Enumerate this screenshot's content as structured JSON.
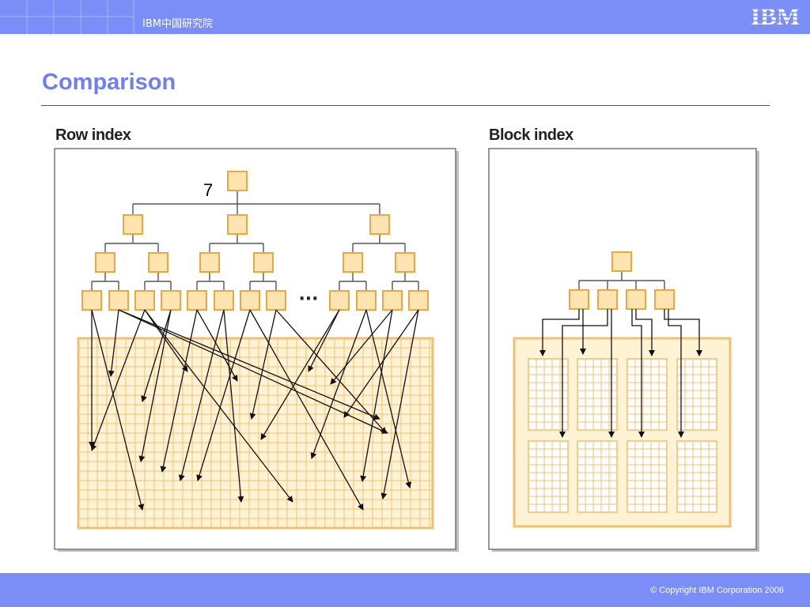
{
  "header": {
    "org": "IBM中国研究院",
    "logo_text": "IBM"
  },
  "slide": {
    "title": "Comparison"
  },
  "panels": {
    "row": {
      "label": "Row index",
      "node_number": "7",
      "ellipsis": "···"
    },
    "block": {
      "label": "Block index"
    }
  },
  "colors": {
    "bar": "#7b8ef8",
    "title": "#6f7ff2",
    "node_fill": "#fde4b0",
    "node_stroke": "#e8aa40",
    "grid": "#f0c070",
    "cell_fill": "#fff3d6"
  },
  "footer": {
    "copyright": "© Copyright IBM Corporation 2006"
  }
}
